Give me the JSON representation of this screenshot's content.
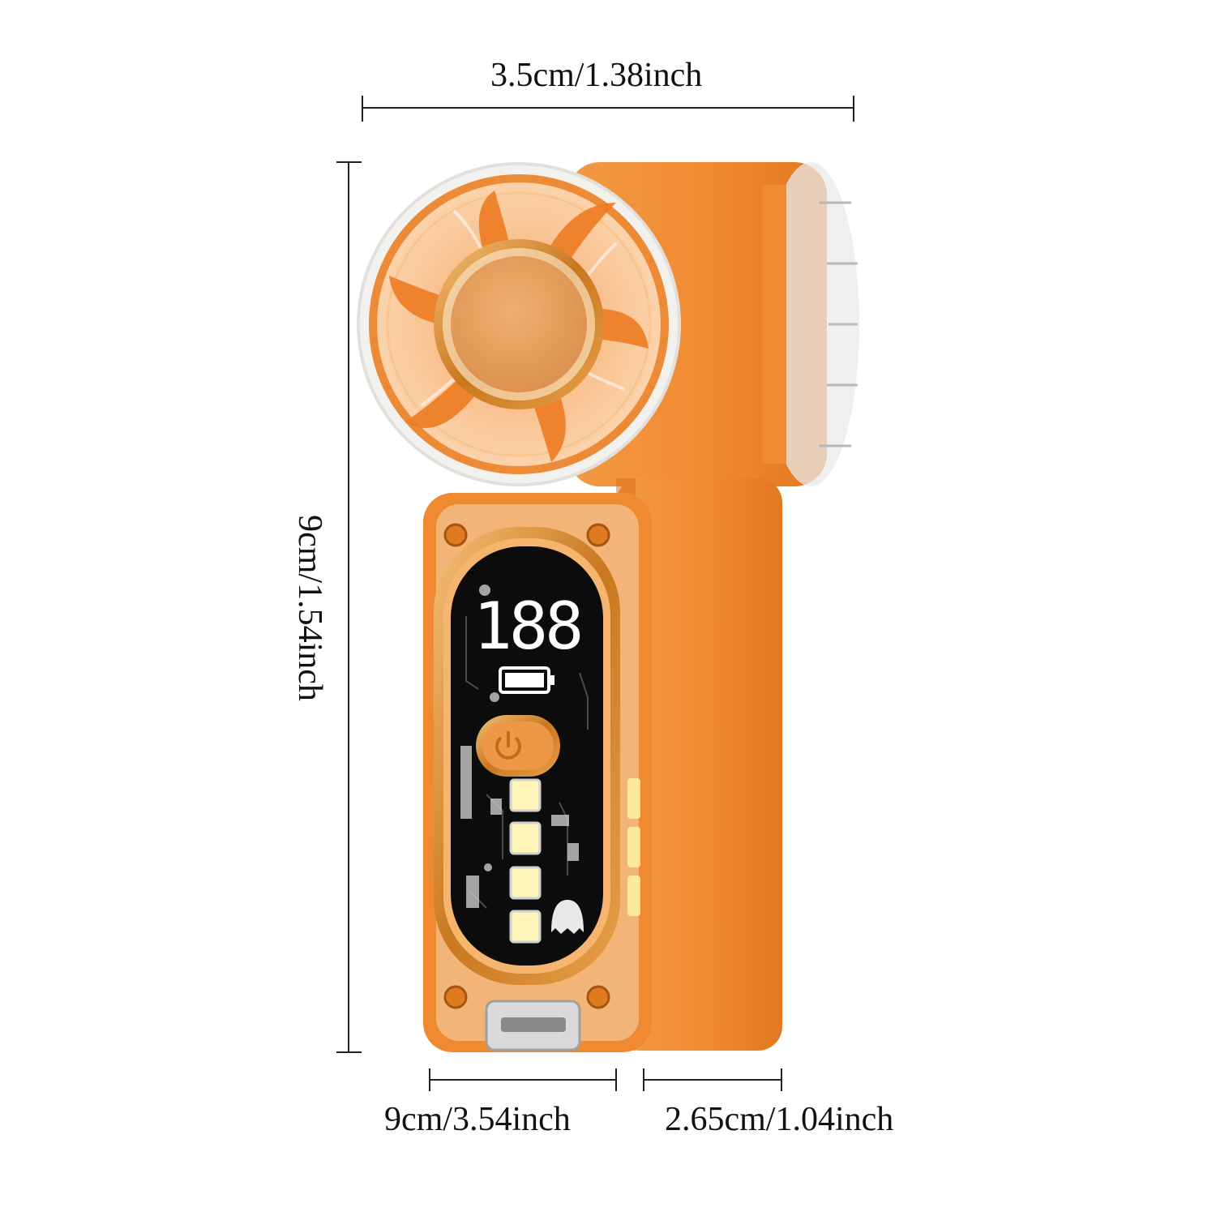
{
  "dimensions": {
    "top": "3.5cm/1.38inch",
    "left": "9cm/1.54inch",
    "bottom_left": "9cm/3.54inch",
    "bottom_right": "2.65cm/1.04inch"
  },
  "display": {
    "digits": "188",
    "battery_level": 1.0
  },
  "product": {
    "name_icon": "handheld-fan",
    "colors": {
      "body": "#f08a30",
      "body_dark": "#d86e16",
      "gold": "#c9781f",
      "hub": "#e9a35e",
      "screen": "#0c0c0c",
      "led": "#fff5b8"
    }
  }
}
